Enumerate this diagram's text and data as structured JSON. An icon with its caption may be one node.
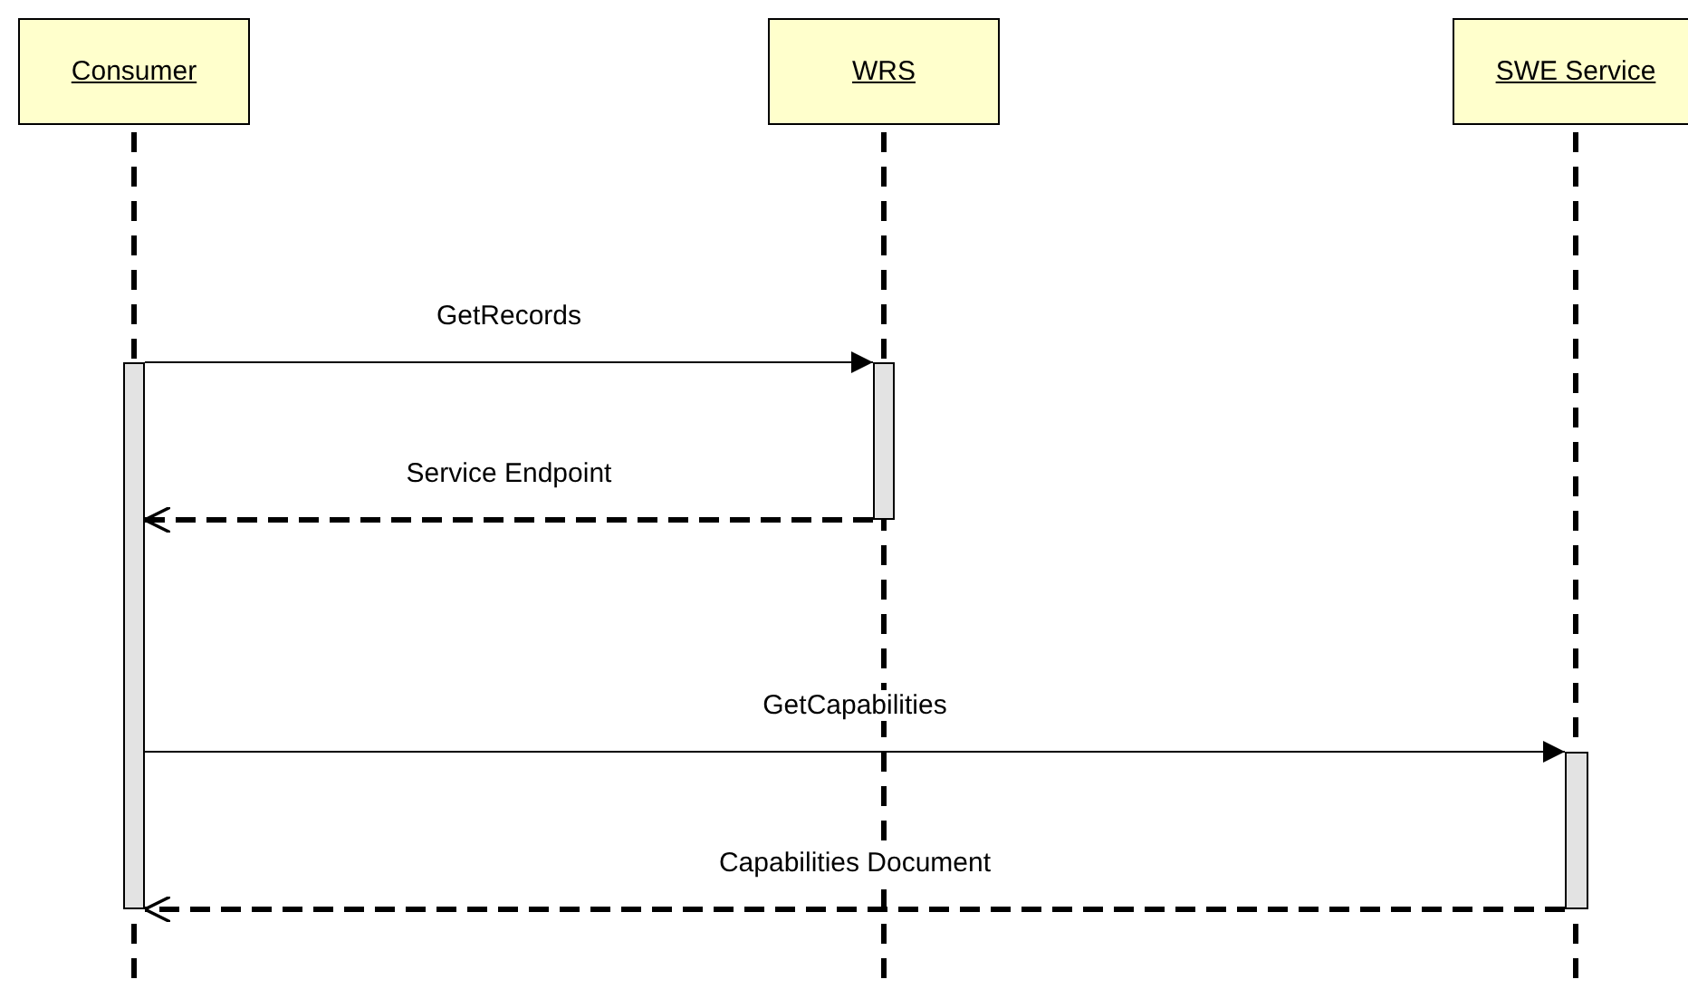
{
  "diagram": {
    "nodes": [
      {
        "text": [
          "Consumer"
        ]
      },
      {
        "text": [
          "WRS"
        ]
      },
      {
        "text": [
          "SWE Service"
        ]
      },
      {
        "text": [],
        "shape": "bar"
      },
      {
        "text": [],
        "shape": "bar"
      },
      {
        "text": [],
        "shape": "bar"
      }
    ],
    "edges": [
      {
        "from": 3,
        "to": 4,
        "arrow": "to",
        "label": "GetRecords"
      },
      {
        "from": 4,
        "to": 3,
        "arrow": "to",
        "label": "Service Endpoint",
        "style": "dashed"
      },
      {
        "from": 3,
        "to": 5,
        "arrow": "to",
        "label": "GetCapabilities"
      },
      {
        "from": 5,
        "to": 3,
        "arrow": "to",
        "label": "Capabilities Document",
        "style": "dashed"
      }
    ]
  }
}
